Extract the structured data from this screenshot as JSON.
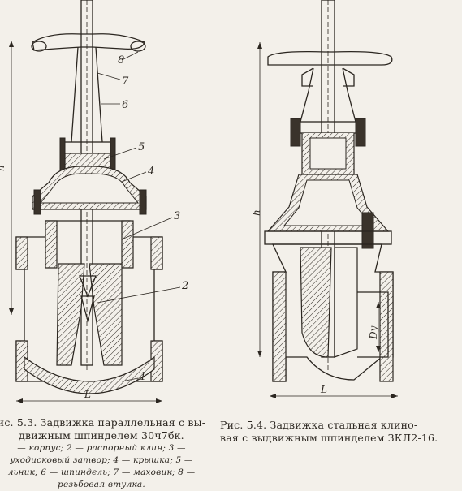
{
  "figure_left": {
    "callouts": [
      "1",
      "2",
      "3",
      "4",
      "5",
      "6",
      "7",
      "8"
    ],
    "dim_height": "h",
    "dim_length": "L",
    "caption_lines": [
      "ис. 5.3. Задвижка параллельная с вы-",
      "движным шпинделем 30ч7бк."
    ],
    "legend_lines": [
      "— корпус;  2 — распорный клин;  3 —",
      "уходисковый затвор;  4 — крышка;  5 —",
      "льник;  6 — шпиндель;  7 — маховик;  8 —",
      "резьбовая втулка."
    ]
  },
  "figure_right": {
    "dim_height": "h",
    "dim_length": "L",
    "dim_bore": "Dy",
    "caption_lines": [
      "Рис.  5.4.  Задвижка  стальная  клино-",
      "вая с выдвижным шпинделем ЗКЛ2-16."
    ]
  }
}
